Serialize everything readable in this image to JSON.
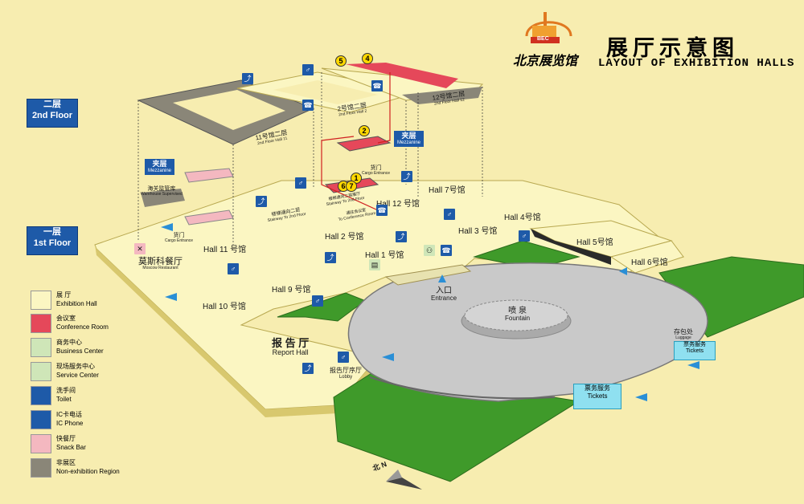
{
  "title": {
    "cn": "展厅示意图",
    "en": "LAYOUT OF EXHIBITION HALLS",
    "logo_text": "北京展览馆",
    "logo_badge": "BEC"
  },
  "floors": {
    "second": {
      "cn": "二层",
      "en": "2nd Floor"
    },
    "first": {
      "cn": "一层",
      "en": "1st Floor"
    }
  },
  "mezzanine": {
    "cn": "夹层",
    "en": "Mezzanine"
  },
  "halls": {
    "hall2_2f": {
      "cn": "2号馆二层",
      "en": "2nd Floor Hall 2"
    },
    "hall11_2f": {
      "cn": "11号馆二层",
      "en": "2nd Floor Hall 11"
    },
    "hall12_2f": {
      "cn": "12号馆二层",
      "en": "2nd Floor Hall 12"
    },
    "hall1": "Hall 1 号馆",
    "hall2": "Hall 2 号馆",
    "hall3": "Hall 3 号馆",
    "hall4": "Hall 4号馆",
    "hall5": "Hall 5号馆",
    "hall6": "Hall 6号馆",
    "hall7": "Hall 7号馆",
    "hall9": "Hall 9 号馆",
    "hall10": "Hall 10 号馆",
    "hall11": "Hall 11 号馆",
    "hall12": "Hall 12 号馆"
  },
  "places": {
    "moscow": {
      "cn": "莫斯科餐厅",
      "en": "Moscow Restaurant"
    },
    "report_hall": {
      "cn": "报 告 厅",
      "en": "Report Hall"
    },
    "lobby": {
      "cn": "报告厅序厅",
      "en": "Lobby"
    },
    "entrance": {
      "cn": "入口",
      "en": "Entrance"
    },
    "fountain": {
      "cn": "喷 泉",
      "en": "Fountain"
    },
    "tickets_main": {
      "cn": "票务服务",
      "en": "Tickets"
    },
    "tickets_side": {
      "cn": "票务服务",
      "en": "Tickets"
    },
    "luggage": {
      "cn": "存包处",
      "en": "Luggage"
    },
    "warehouse": {
      "cn": "海关监管库",
      "en": "Warehouse Supervised"
    },
    "cargo_entrance_1": {
      "cn": "货门",
      "en": "Cargo Entrance"
    },
    "cargo_entrance_2": {
      "cn": "货门",
      "en": "Cargo Entrance"
    },
    "stairway": {
      "cn": "楼梯通向二层",
      "en": "Stairway To 2nd Floor"
    },
    "stairway2": {
      "cn": "楼梯通向二层展厅",
      "en": "Stairway To 2nd Floor"
    },
    "conference": {
      "cn": "通往会议室",
      "en": "To Conference Room"
    }
  },
  "room_numbers": [
    "1",
    "2",
    "4",
    "5",
    "6",
    "7"
  ],
  "compass": {
    "label": "北 N"
  },
  "legend": [
    {
      "cn": "展  厅",
      "en": "Exhibition Hall",
      "color": "#fbf6c2"
    },
    {
      "cn": "会议室",
      "en": "Conference Room",
      "color": "#e5485a"
    },
    {
      "cn": "商务中心",
      "en": "Business Center",
      "color": "#cfe6b8"
    },
    {
      "cn": "现场服务中心",
      "en": "Service Center",
      "color": "#cfe6b8"
    },
    {
      "cn": "洗手间",
      "en": "Toilet",
      "color": "#1e5aa8"
    },
    {
      "cn": "IC卡电话",
      "en": "IC Phone",
      "color": "#1e5aa8"
    },
    {
      "cn": "快餐厅",
      "en": "Snack Bar",
      "color": "#f4b8c0"
    },
    {
      "cn": "非展区",
      "en": "Non-exhibition Region",
      "color": "#8a8678"
    }
  ],
  "colors": {
    "background": "#f7edb0",
    "hall_floor": "#fbf6c2",
    "hall_side": "#d8c86e",
    "non_exhibition": "#8a8678",
    "conference": "#e5485a",
    "grass": "#3f9a2a",
    "plaza": "#c9c9c9",
    "sign_blue": "#1e5aa8"
  }
}
